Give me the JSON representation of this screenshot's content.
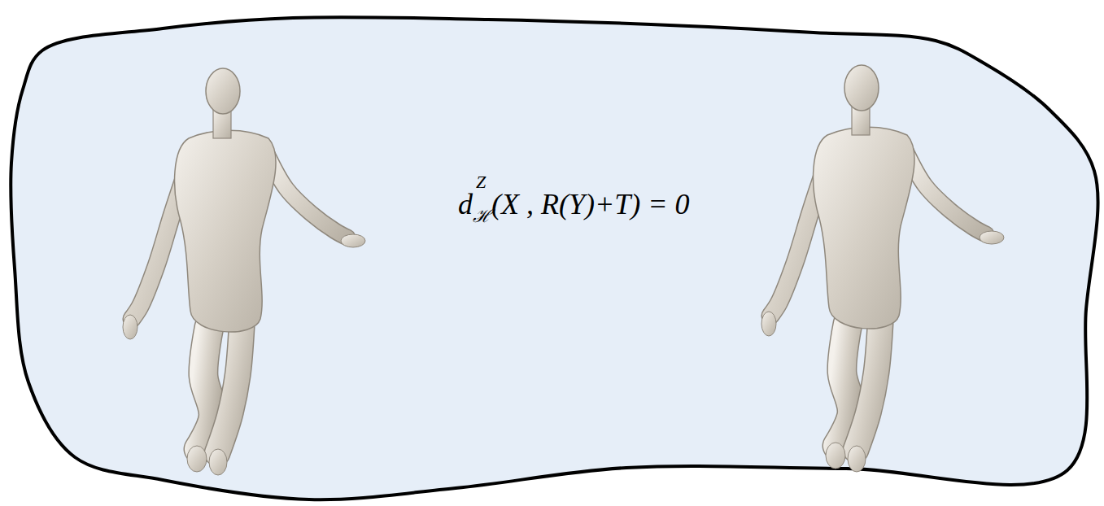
{
  "diagram": {
    "nodes": [
      {
        "text": [
          "d",
          "ℋ",
          "Z",
          "(X , R(Y)+T) = 0"
        ]
      }
    ]
  }
}
